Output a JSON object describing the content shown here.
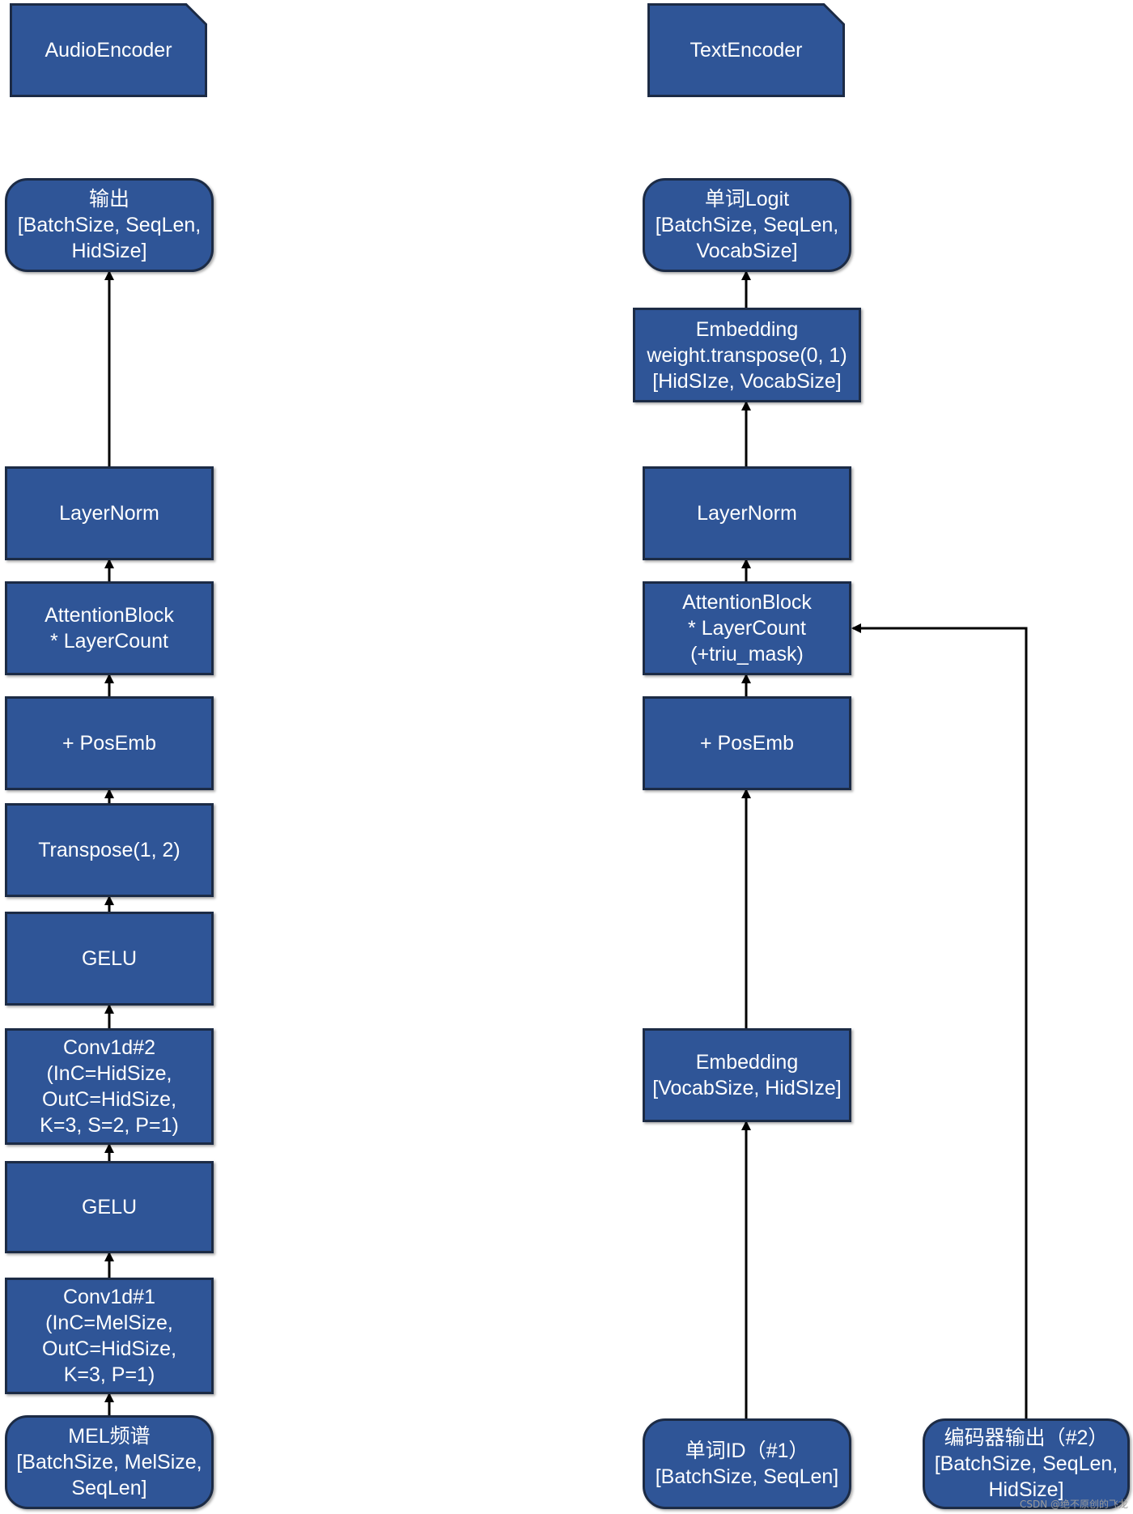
{
  "diagram": {
    "audio_encoder": {
      "title": "AudioEncoder",
      "output": "输出\n[BatchSize, SeqLen,\nHidSize]",
      "layernorm": "LayerNorm",
      "attention": "AttentionBlock\n* LayerCount",
      "posemb": "+ PosEmb",
      "transpose": "Transpose(1, 2)",
      "gelu2": "GELU",
      "conv2": "Conv1d#2\n(InC=HidSize,\nOutC=HidSize,\nK=3, S=2, P=1)",
      "gelu1": "GELU",
      "conv1": "Conv1d#1\n(InC=MelSize,\nOutC=HidSize,\nK=3, P=1)",
      "input": "MEL频谱\n[BatchSize, MelSize,\nSeqLen]"
    },
    "text_encoder": {
      "title": "TextEncoder",
      "logit": "单词Logit\n[BatchSize, SeqLen,\nVocabSize]",
      "embedding_out": "Embedding\nweight.transpose(0, 1)\n[HidSIze, VocabSize]",
      "layernorm": "LayerNorm",
      "attention": "AttentionBlock\n* LayerCount\n(+triu_mask)",
      "posemb": "+ PosEmb",
      "embedding_in": "Embedding\n[VocabSize, HidSIze]",
      "word_id": "单词ID（#1）\n[BatchSize, SeqLen]",
      "encoder_out": "编码器输出（#2）\n[BatchSize, SeqLen,\nHidSize]"
    }
  },
  "watermark": "CSDN @绝不原创的飞龙",
  "colors": {
    "node_fill": "#2f5597",
    "node_border": "#1c2b45",
    "text": "#ffffff",
    "edge": "#000000"
  }
}
